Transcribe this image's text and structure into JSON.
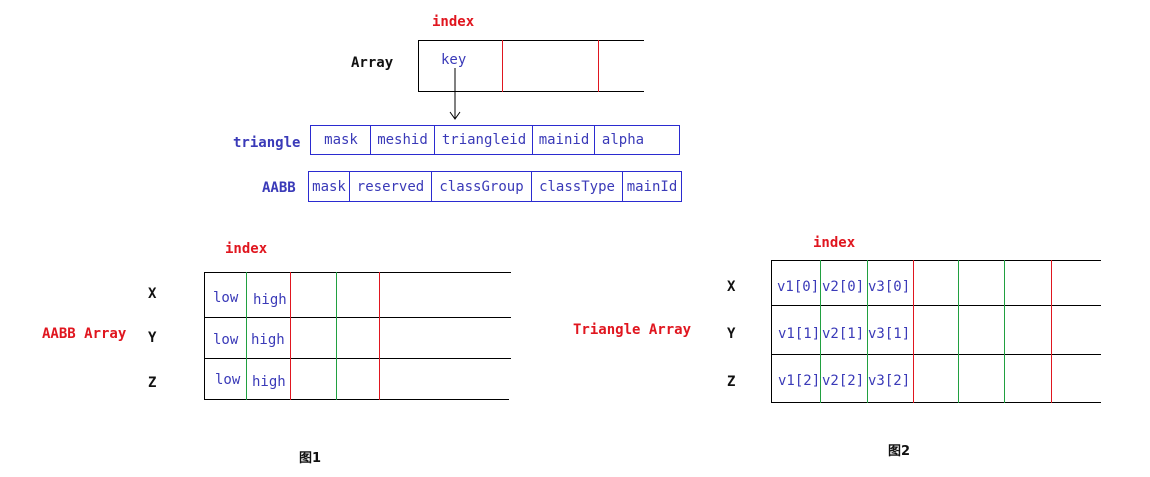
{
  "top": {
    "index_label": "index",
    "array_label": "Array",
    "key_label": "key"
  },
  "triangle_struct": {
    "label": "triangle",
    "fields": [
      "mask",
      "meshid",
      "triangleid",
      "mainid",
      "alpha"
    ]
  },
  "aabb_struct": {
    "label": "AABB",
    "fields": [
      "mask",
      "reserved",
      "classGroup",
      "classType",
      "mainId"
    ]
  },
  "figure1": {
    "index_label": "index",
    "array_label": "AABB Array",
    "rows": [
      {
        "axis": "X",
        "low": "low",
        "high": "high"
      },
      {
        "axis": "Y",
        "low": "low",
        "high": "high"
      },
      {
        "axis": "Z",
        "low": "low",
        "high": "high"
      }
    ],
    "caption": "图1"
  },
  "figure2": {
    "index_label": "index",
    "array_label": "Triangle Array",
    "rows": [
      {
        "axis": "X",
        "v1": "v1[0]",
        "v2": "v2[0]",
        "v3": "v3[0]"
      },
      {
        "axis": "Y",
        "v1": "v1[1]",
        "v2": "v2[1]",
        "v3": "v3[1]"
      },
      {
        "axis": "Z",
        "v1": "v1[2]",
        "v2": "v2[2]",
        "v3": "v3[2]"
      }
    ],
    "caption": "图2"
  },
  "colors": {
    "label_red": "#e0161f",
    "text_blue": "#3a3ab8",
    "box_blue": "#2b2bd0",
    "divider_green": "#20a040",
    "divider_red": "#e0161f"
  }
}
